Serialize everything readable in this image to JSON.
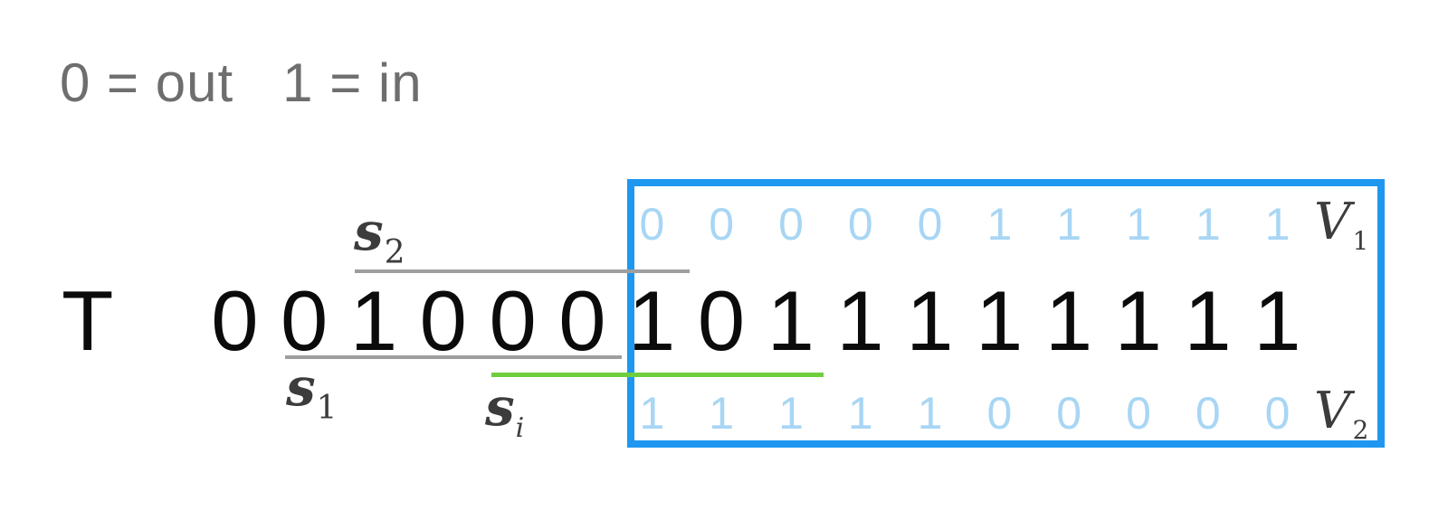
{
  "colors": {
    "accent-blue": "#1f97f0",
    "light-blue": "#a8d6f4",
    "green": "#6fce3e",
    "gray-line": "#9e9e9e",
    "legend-gray": "#6e6e6e",
    "label-dark": "#3c3c3c",
    "digit-black": "#0b0b0b"
  },
  "legend": {
    "zero_def": "0 = out",
    "one_def": "1 = in"
  },
  "sequence": {
    "label": "T",
    "digits": [
      "0",
      "0",
      "1",
      "0",
      "0",
      "0",
      "1",
      "0",
      "1",
      "1",
      "1",
      "1",
      "1",
      "1",
      "1",
      "1"
    ]
  },
  "segment_markers": {
    "s2": {
      "base": "s",
      "sub": "2"
    },
    "s1": {
      "base": "s",
      "sub": "1"
    },
    "si": {
      "base": "s",
      "sub": "i"
    }
  },
  "window_box": {
    "v1_row": {
      "digits": [
        "0",
        "0",
        "0",
        "0",
        "0",
        "1",
        "1",
        "1",
        "1",
        "1"
      ],
      "label": {
        "base": "V",
        "sub": "1"
      }
    },
    "v2_row": {
      "digits": [
        "1",
        "1",
        "1",
        "1",
        "1",
        "0",
        "0",
        "0",
        "0",
        "0"
      ],
      "label": {
        "base": "V",
        "sub": "2"
      }
    }
  }
}
